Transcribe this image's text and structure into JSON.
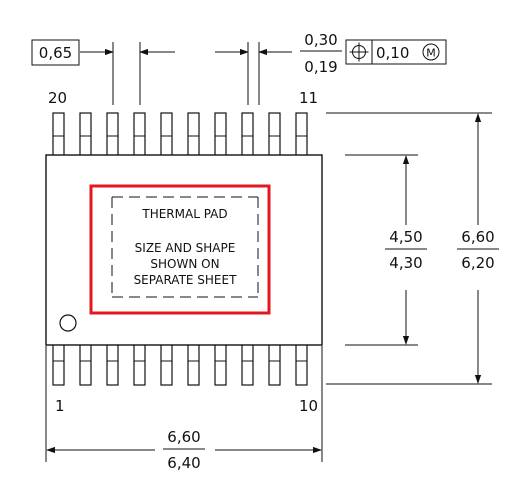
{
  "pitch": "0,65",
  "lead_width": {
    "max": "0,30",
    "min": "0,19"
  },
  "position_tolerance": {
    "value": "0,10",
    "modifier": "M"
  },
  "pin_labels": {
    "top_left": "20",
    "top_right": "11",
    "bottom_left": "1",
    "bottom_right": "10"
  },
  "body_height": {
    "max": "4,50",
    "min": "4,30"
  },
  "overall_height": {
    "max": "6,60",
    "min": "6,20"
  },
  "overall_width": {
    "max": "6,60",
    "min": "6,40"
  },
  "thermal_pad": {
    "title": "THERMAL PAD",
    "note_line1": "SIZE AND SHAPE",
    "note_line2": "SHOWN ON",
    "note_line3": "SEPARATE SHEET"
  },
  "colors": {
    "line": "#111111",
    "highlight": "#e0191f"
  },
  "pin_count_per_side": 10
}
